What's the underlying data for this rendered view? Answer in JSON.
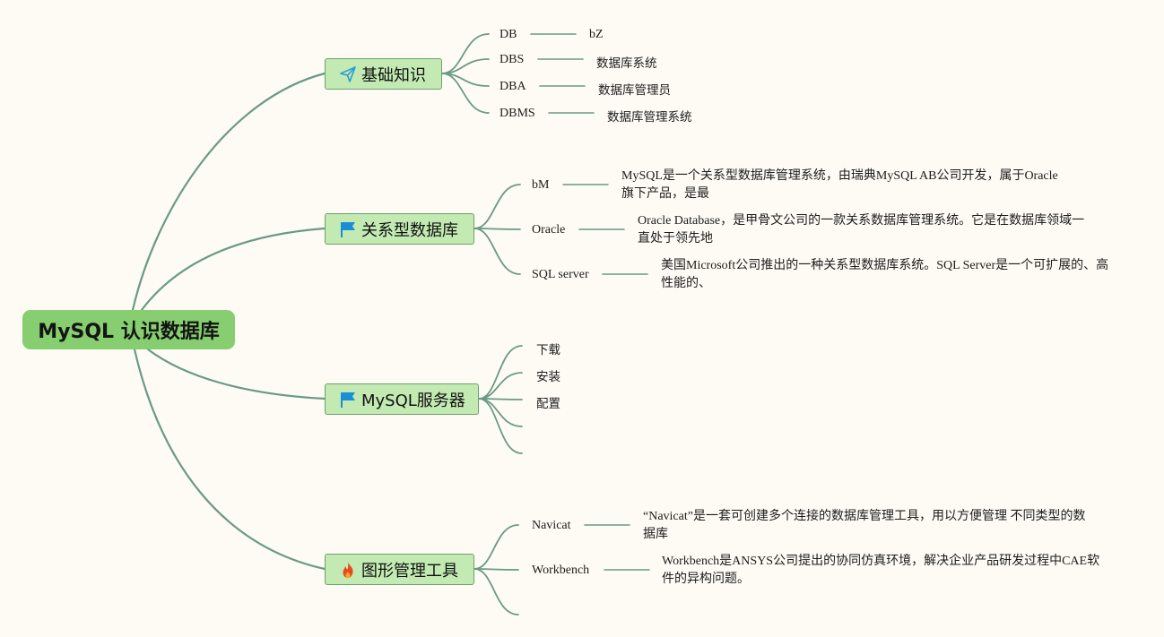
{
  "root": {
    "label": "MySQL 认识数据库"
  },
  "branches": [
    {
      "label": "基础知识",
      "icon": "paper-plane-icon",
      "children": [
        {
          "label": "DB",
          "detail": "bZ"
        },
        {
          "label": "DBS",
          "detail": "数据库系统"
        },
        {
          "label": "DBA",
          "detail": "数据库管理员"
        },
        {
          "label": "DBMS",
          "detail": "数据库管理系统"
        }
      ]
    },
    {
      "label": "关系型数据库",
      "icon": "flag-icon",
      "children": [
        {
          "label": "bM",
          "detail_lines": [
            "MySQL是一个关系型数据库管理系统，由瑞典MySQL AB公司开发，属于Oracle",
            "旗下产品，是最"
          ]
        },
        {
          "label": "Oracle",
          "detail_lines": [
            "Oracle Database，是甲骨文公司的一款关系数据库管理系统。它是在数据库领域一",
            "直处于领先地"
          ]
        },
        {
          "label": "SQL server",
          "detail_lines": [
            "美国Microsoft公司推出的一种关系型数据库系统。SQL Server是一个可扩展的、高",
            "性能的、"
          ]
        }
      ]
    },
    {
      "label": "MySQL服务器",
      "icon": "flag-icon",
      "children": [
        {
          "label": "下载"
        },
        {
          "label": "安装"
        },
        {
          "label": "配置"
        },
        {
          "label": ""
        },
        {
          "label": ""
        }
      ]
    },
    {
      "label": "图形管理工具",
      "icon": "fire-icon",
      "children": [
        {
          "label": "Navicat",
          "detail_lines": [
            "“Navicat”是一套可创建多个连接的数据库管理工具，用以方便管理 不同类型的数",
            "据库"
          ]
        },
        {
          "label": "Workbench",
          "detail_lines": [
            "Workbench是ANSYS公司提出的协同仿真环境，解决企业产品研发过程中CAE软",
            "件的异构问题。"
          ]
        },
        {
          "label": ""
        }
      ]
    }
  ],
  "colors": {
    "link": "#6a9a87",
    "root_fill": "#86ce6f",
    "branch_fill": "#c2eab2",
    "branch_border": "#6da16c",
    "background": "#fdfbf4",
    "flag": "#1b8fd6",
    "plane": "#2a9bd6",
    "fire": "#e8491d"
  }
}
